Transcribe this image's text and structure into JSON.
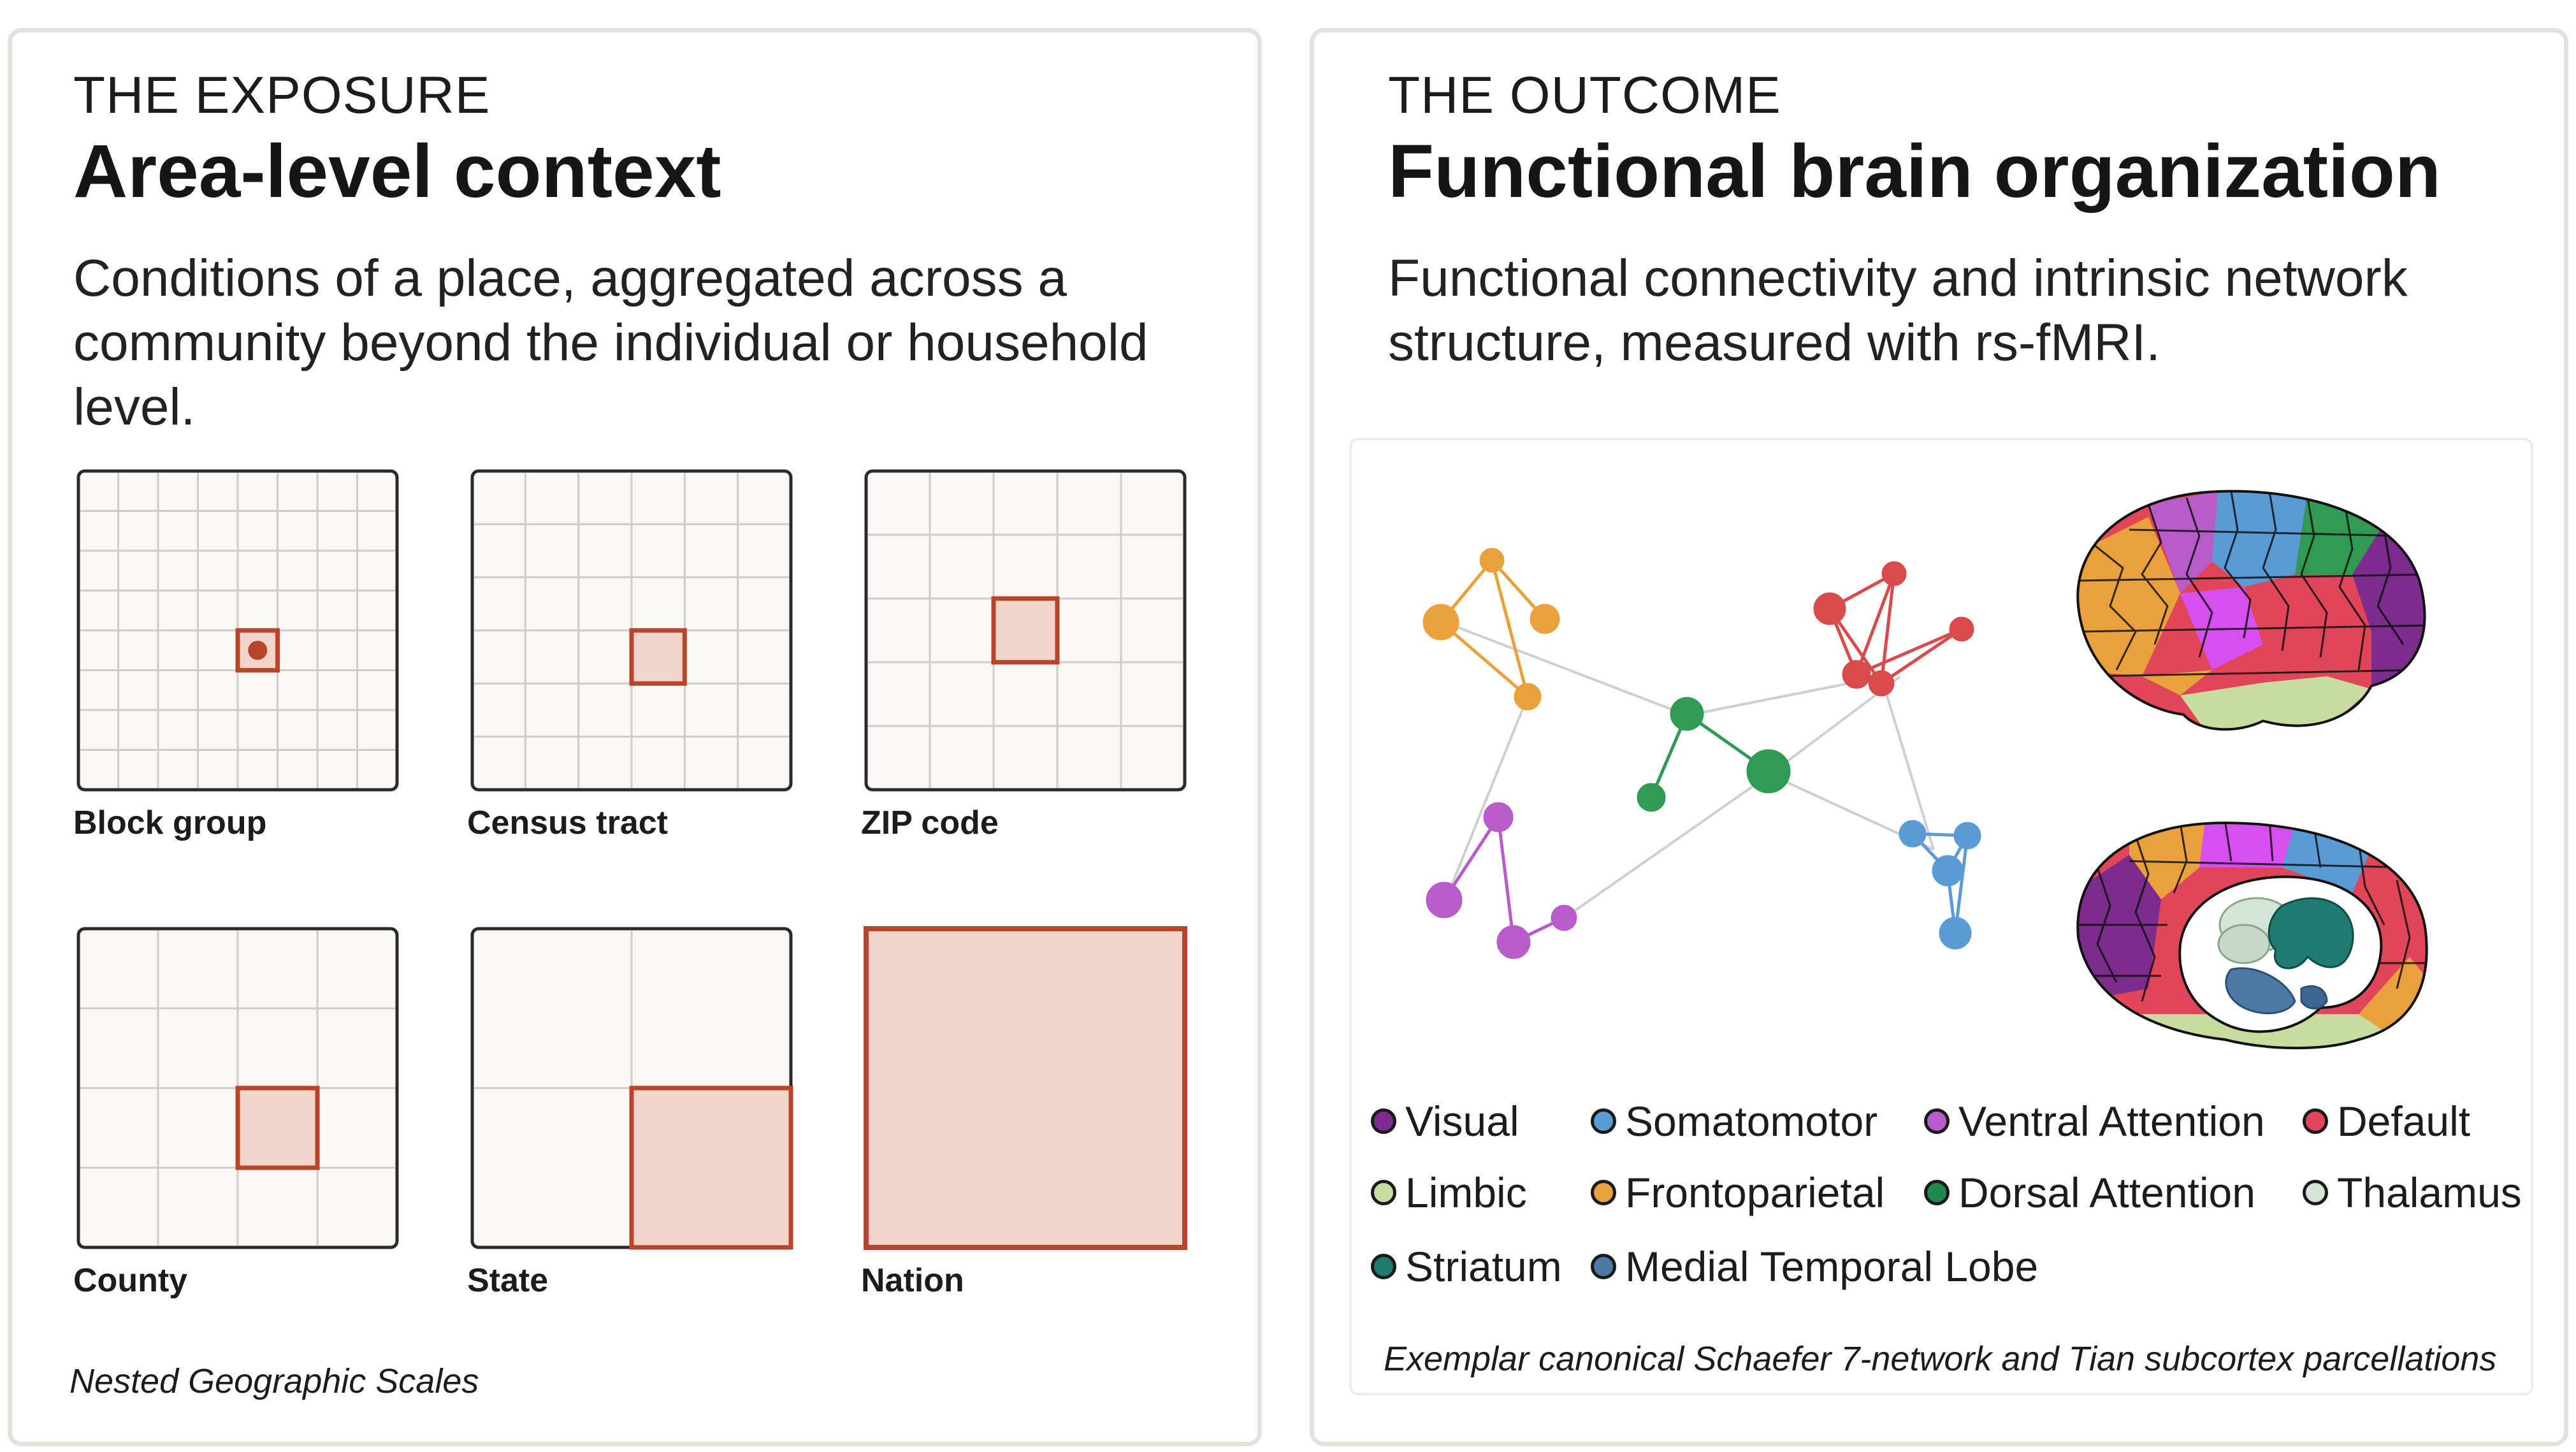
{
  "exposure": {
    "kicker": "THE EXPOSURE",
    "title": "Area-level context",
    "description": "Conditions of a place, aggregated across a community beyond the individual or household level.",
    "scales": [
      {
        "label": "Block group",
        "grid": 8,
        "highlight_cells": 1,
        "point_marker": true
      },
      {
        "label": "Census tract",
        "grid": 6,
        "highlight_cells": 1,
        "point_marker": false
      },
      {
        "label": "ZIP code",
        "grid": 5,
        "highlight_cells": 1,
        "point_marker": false
      },
      {
        "label": "County",
        "grid": 4,
        "highlight_cells": 1,
        "point_marker": false
      },
      {
        "label": "State",
        "grid": 2,
        "highlight_cells": 1,
        "point_marker": false
      },
      {
        "label": "Nation",
        "grid": 1,
        "highlight_cells": 1,
        "point_marker": false
      }
    ],
    "caption": "Nested Geographic Scales",
    "colors": {
      "highlight_stroke": "#b8442c",
      "highlight_fill": "#f2d5ca",
      "grid_fill": "#f9f8f5",
      "grid_line": "#cfcdc8"
    }
  },
  "outcome": {
    "kicker": "THE OUTCOME",
    "title": "Functional brain organization",
    "description": "Functional connectivity and intrinsic network structure, measured with rs-fMRI.",
    "network_graph": {
      "modules": [
        {
          "network": "Frontoparietal",
          "color": "#e9a23b"
        },
        {
          "network": "Default",
          "color": "#d94a4a"
        },
        {
          "network": "Dorsal Attention",
          "color": "#2e9a52"
        },
        {
          "network": "Ventral Attention",
          "color": "#b85ccc"
        },
        {
          "network": "Somatomotor",
          "color": "#5b9bd5"
        }
      ]
    },
    "brain_views": [
      "lateral-view",
      "medial-view"
    ],
    "legend": [
      {
        "label": "Visual",
        "color": "#7b2c8c"
      },
      {
        "label": "Somatomotor",
        "color": "#5b9bd5"
      },
      {
        "label": "Ventral Attention",
        "color": "#b85ccc"
      },
      {
        "label": "Default",
        "color": "#e0455a"
      },
      {
        "label": "Limbic",
        "color": "#c8dca0"
      },
      {
        "label": "Frontoparietal",
        "color": "#e9a23b"
      },
      {
        "label": "Dorsal Attention",
        "color": "#1f8a4c"
      },
      {
        "label": "Thalamus",
        "color": "#d3e5d6"
      },
      {
        "label": "Striatum",
        "color": "#1f7a72"
      },
      {
        "label": "Medial Temporal Lobe",
        "color": "#4d7aa4"
      }
    ],
    "caption": "Exemplar canonical Schaefer 7-network and Tian subcortex parcellations"
  }
}
